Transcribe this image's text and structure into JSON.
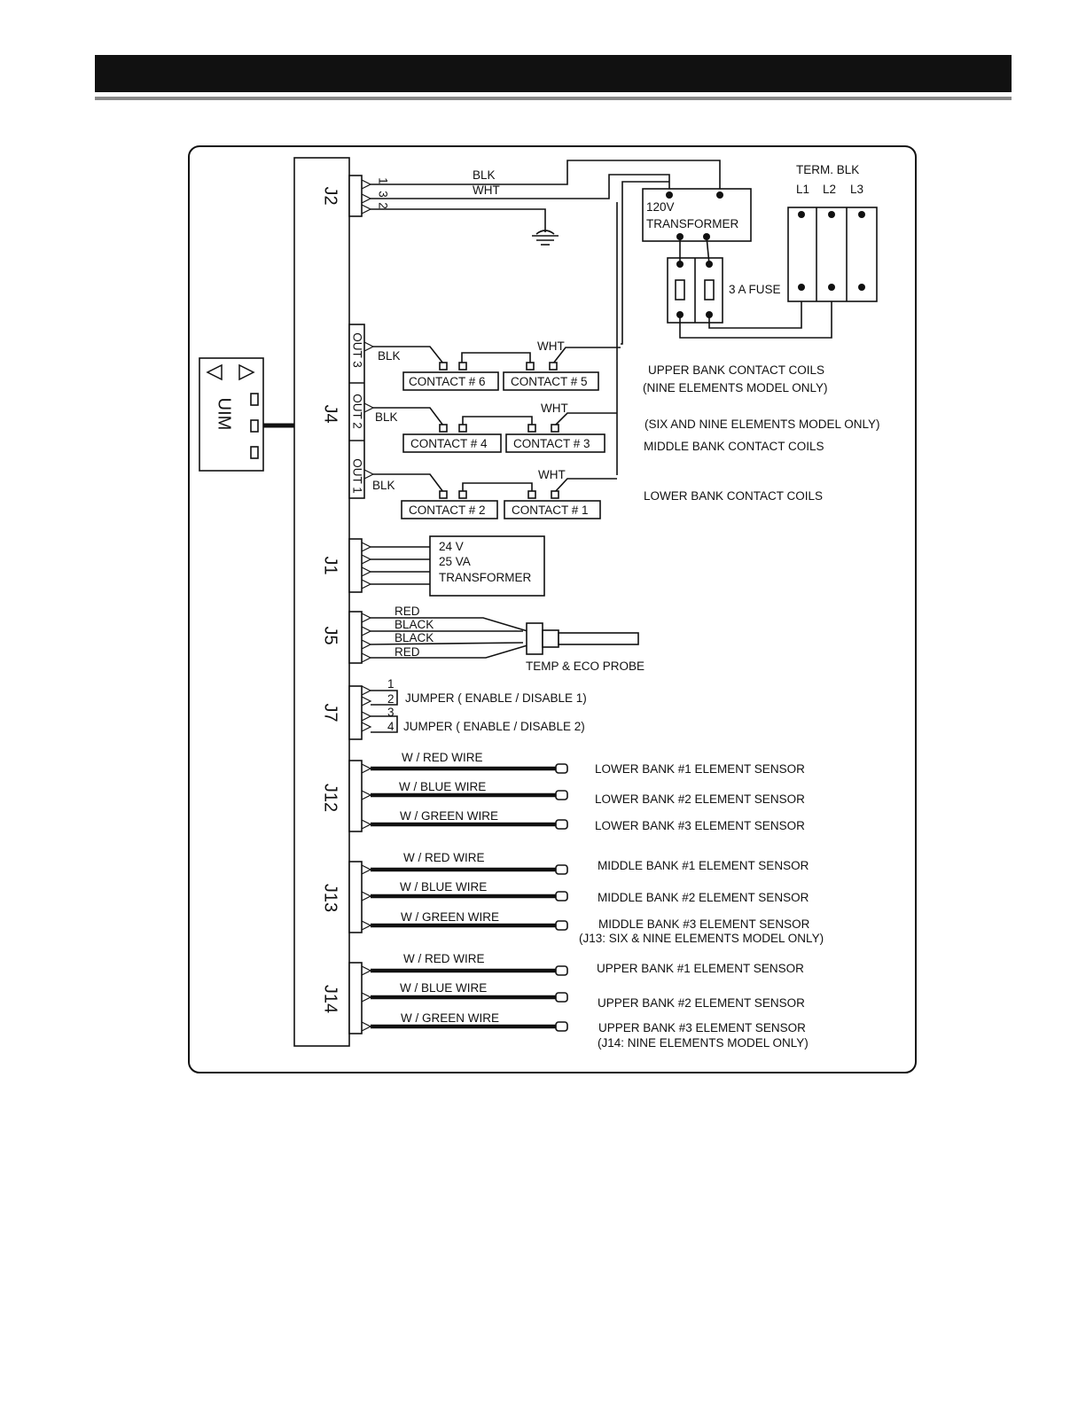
{
  "labels": {
    "connectors": {
      "j2": "J2",
      "j4": "J4",
      "j1": "J1",
      "j5": "J5",
      "j7": "J7",
      "j12": "J12",
      "j13": "J13",
      "j14": "J14"
    },
    "uim": "UIM",
    "j2_pins": [
      "1",
      "3",
      "2"
    ],
    "outs": [
      "OUT 3",
      "OUT 2",
      "OUT 1"
    ],
    "blk": "BLK",
    "wht": "WHT",
    "transformer_120v": [
      "120V",
      "TRANSFORMER"
    ],
    "term_blk": "TERM. BLK",
    "terminals": [
      "L1",
      "L2",
      "L3"
    ],
    "fuse": "3 A FUSE",
    "contacts": [
      "CONTACT # 6",
      "CONTACT # 5",
      "CONTACT # 4",
      "CONTACT # 3",
      "CONTACT # 2",
      "CONTACT # 1"
    ],
    "upper_coils": [
      "UPPER BANK CONTACT COILS",
      "(NINE ELEMENTS MODEL ONLY)"
    ],
    "middle_coils": [
      "(SIX AND NINE ELEMENTS MODEL ONLY)",
      "MIDDLE BANK CONTACT COILS"
    ],
    "lower_coils": "LOWER BANK CONTACT COILS",
    "transformer_24v": [
      "24 V",
      "25 VA",
      "TRANSFORMER"
    ],
    "probe_wires": [
      "RED",
      "BLACK",
      "BLACK",
      "RED"
    ],
    "probe": "TEMP & ECO PROBE",
    "j7_pins": [
      "1",
      "2",
      "3",
      "4"
    ],
    "jumpers": [
      "JUMPER ( ENABLE / DISABLE 1)",
      "JUMPER ( ENABLE / DISABLE 2)"
    ],
    "sensor_wires": [
      "W / RED WIRE",
      "W / BLUE WIRE",
      "W / GREEN WIRE"
    ],
    "j12_sensors": [
      "LOWER BANK #1 ELEMENT SENSOR",
      "LOWER BANK #2 ELEMENT SENSOR",
      "LOWER BANK #3 ELEMENT SENSOR"
    ],
    "j13_sensors": [
      "MIDDLE BANK #1 ELEMENT SENSOR",
      "MIDDLE BANK #2 ELEMENT SENSOR",
      "MIDDLE BANK #3 ELEMENT SENSOR"
    ],
    "j13_note": "(J13: SIX  & NINE ELEMENTS MODEL ONLY)",
    "j14_sensors": [
      "UPPER BANK #1 ELEMENT SENSOR",
      "UPPER BANK #2 ELEMENT SENSOR",
      "UPPER BANK #3 ELEMENT SENSOR"
    ],
    "j14_note": "(J14: NINE ELEMENTS MODEL ONLY)"
  }
}
